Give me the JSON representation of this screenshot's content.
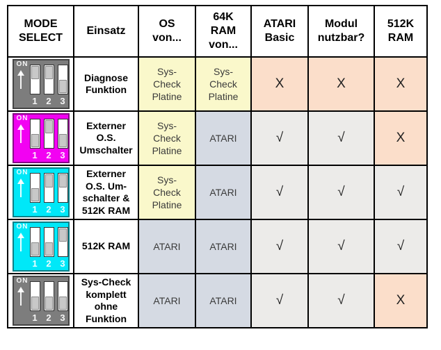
{
  "colors": {
    "yellow": "#faf8cb",
    "atari": "#d5dae3",
    "ok": "#ecebe9",
    "no": "#fbdeca",
    "gray": "#7d7d7d",
    "magenta": "#f202f2",
    "cyan": "#00e8f8",
    "white": "#ffffff"
  },
  "table": {
    "dip_on_label": "ON",
    "dip_numbers": [
      "1",
      "2",
      "3"
    ],
    "headers": [
      "MODE\nSELECT",
      "Einsatz",
      "OS\nvon...",
      "64K\nRAM\nvon...",
      "ATARI\nBasic",
      "Modul\nnutzbar?",
      "512K\nRAM"
    ],
    "rows": [
      {
        "mode": {
          "bg": "gray",
          "switches": [
            "up",
            "up",
            "down"
          ]
        },
        "einsatz": "Diagnose\nFunktion",
        "os": {
          "text": "Sys-\nCheck\nPlatine",
          "bg": "yellow"
        },
        "ram": {
          "text": "Sys-\nCheck\nPlatine",
          "bg": "yellow"
        },
        "basic": {
          "text": "X",
          "bg": "no"
        },
        "modul": {
          "text": "X",
          "bg": "no"
        },
        "ram512": {
          "text": "X",
          "bg": "no"
        }
      },
      {
        "mode": {
          "bg": "magenta",
          "switches": [
            "down",
            "up",
            "down"
          ]
        },
        "einsatz": "Externer\nO.S.\nUmschalter",
        "os": {
          "text": "Sys-\nCheck\nPlatine",
          "bg": "yellow"
        },
        "ram": {
          "text": "ATARI",
          "bg": "atari"
        },
        "basic": {
          "text": "√",
          "bg": "ok"
        },
        "modul": {
          "text": "√",
          "bg": "ok"
        },
        "ram512": {
          "text": "X",
          "bg": "no"
        }
      },
      {
        "mode": {
          "bg": "cyan",
          "switches": [
            "down",
            "up",
            "up"
          ]
        },
        "einsatz": "Externer\nO.S. Um-\nschalter &\n512K RAM",
        "os": {
          "text": "Sys-\nCheck\nPlatine",
          "bg": "yellow"
        },
        "ram": {
          "text": "ATARI",
          "bg": "atari"
        },
        "basic": {
          "text": "√",
          "bg": "ok"
        },
        "modul": {
          "text": "√",
          "bg": "ok"
        },
        "ram512": {
          "text": "√",
          "bg": "ok"
        }
      },
      {
        "mode": {
          "bg": "cyan",
          "switches": [
            "down",
            "down",
            "up"
          ]
        },
        "einsatz": "512K RAM",
        "os": {
          "text": "ATARI",
          "bg": "atari"
        },
        "ram": {
          "text": "ATARI",
          "bg": "atari"
        },
        "basic": {
          "text": "√",
          "bg": "ok"
        },
        "modul": {
          "text": "√",
          "bg": "ok"
        },
        "ram512": {
          "text": "√",
          "bg": "ok"
        }
      },
      {
        "mode": {
          "bg": "gray",
          "switches": [
            "down",
            "down",
            "down"
          ]
        },
        "einsatz": "Sys-Check\nkomplett\nohne\nFunktion",
        "os": {
          "text": "ATARI",
          "bg": "atari"
        },
        "ram": {
          "text": "ATARI",
          "bg": "atari"
        },
        "basic": {
          "text": "√",
          "bg": "ok"
        },
        "modul": {
          "text": "√",
          "bg": "ok"
        },
        "ram512": {
          "text": "X",
          "bg": "no"
        }
      }
    ]
  }
}
